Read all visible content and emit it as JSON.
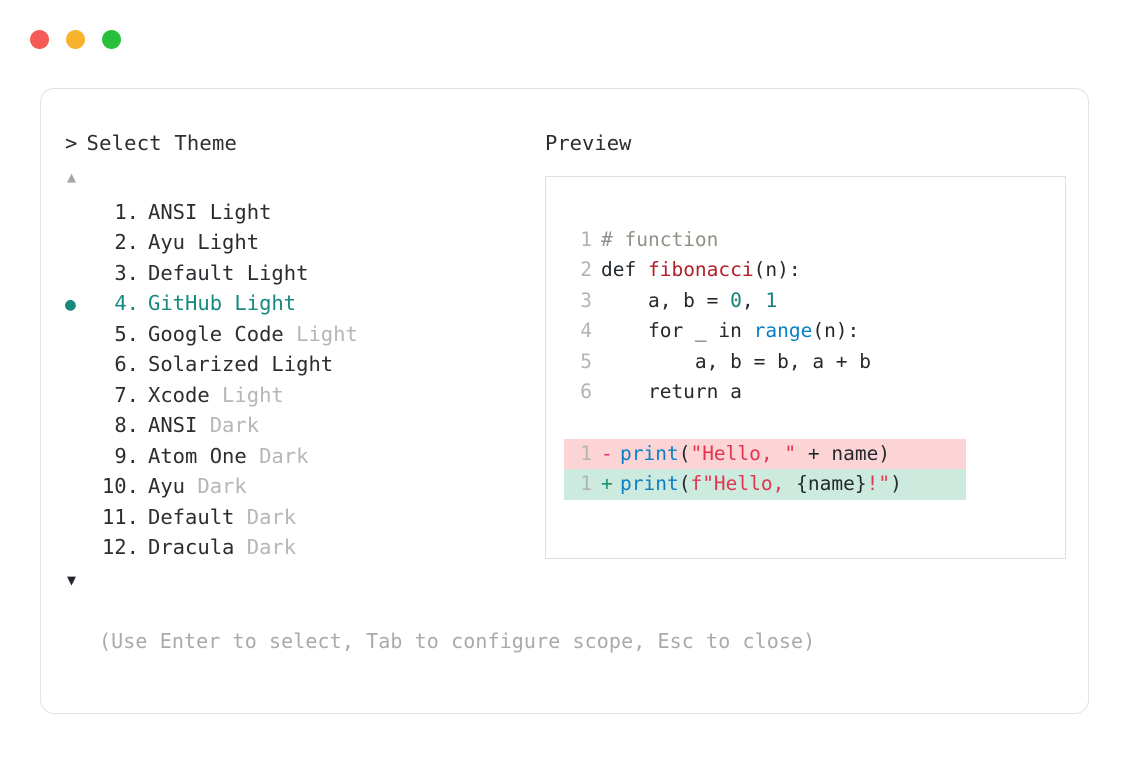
{
  "window": {
    "traffic_lights": [
      {
        "name": "close",
        "color": "#f45a56"
      },
      {
        "name": "minimize",
        "color": "#f7b32b"
      },
      {
        "name": "maximize",
        "color": "#27c03d"
      }
    ]
  },
  "selector": {
    "prompt_symbol": ">",
    "title": "Select Theme",
    "scroll_up_glyph": "▲",
    "scroll_down_glyph": "▼",
    "selected_index": 4,
    "bullet_glyph": "●",
    "accent_color": "#17897f",
    "items": [
      {
        "number": "1.",
        "name": "ANSI",
        "variant": "Light",
        "variant_muted": false,
        "selected": false
      },
      {
        "number": "2.",
        "name": "Ayu",
        "variant": "Light",
        "variant_muted": false,
        "selected": false
      },
      {
        "number": "3.",
        "name": "Default",
        "variant": "Light",
        "variant_muted": false,
        "selected": false
      },
      {
        "number": "4.",
        "name": "GitHub",
        "variant": "Light",
        "variant_muted": false,
        "selected": true
      },
      {
        "number": "5.",
        "name": "Google Code",
        "variant": "Light",
        "variant_muted": true,
        "selected": false
      },
      {
        "number": "6.",
        "name": "Solarized",
        "variant": "Light",
        "variant_muted": false,
        "selected": false
      },
      {
        "number": "7.",
        "name": "Xcode",
        "variant": "Light",
        "variant_muted": true,
        "selected": false
      },
      {
        "number": "8.",
        "name": "ANSI",
        "variant": "Dark",
        "variant_muted": true,
        "selected": false
      },
      {
        "number": "9.",
        "name": "Atom One",
        "variant": "Dark",
        "variant_muted": true,
        "selected": false
      },
      {
        "number": "10.",
        "name": "Ayu",
        "variant": "Dark",
        "variant_muted": true,
        "selected": false
      },
      {
        "number": "11.",
        "name": "Default",
        "variant": "Dark",
        "variant_muted": true,
        "selected": false
      },
      {
        "number": "12.",
        "name": "Dracula",
        "variant": "Dark",
        "variant_muted": true,
        "selected": false
      }
    ],
    "hint": "(Use Enter to select, Tab to configure scope, Esc to close)"
  },
  "preview": {
    "title": "Preview",
    "code_lines": [
      {
        "ln": "1",
        "tokens": [
          {
            "t": "# function",
            "c": "comment"
          }
        ]
      },
      {
        "ln": "2",
        "tokens": [
          {
            "t": "def ",
            "c": "kw"
          },
          {
            "t": "fibonacci",
            "c": "fn"
          },
          {
            "t": "(n):",
            "c": "plain"
          }
        ]
      },
      {
        "ln": "3",
        "tokens": [
          {
            "t": "    a, b = ",
            "c": "plain"
          },
          {
            "t": "0",
            "c": "num"
          },
          {
            "t": ", ",
            "c": "plain"
          },
          {
            "t": "1",
            "c": "num"
          }
        ]
      },
      {
        "ln": "4",
        "tokens": [
          {
            "t": "    for _ in ",
            "c": "plain"
          },
          {
            "t": "range",
            "c": "builtin"
          },
          {
            "t": "(n):",
            "c": "plain"
          }
        ]
      },
      {
        "ln": "5",
        "tokens": [
          {
            "t": "        a, b = b, a + b",
            "c": "plain"
          }
        ]
      },
      {
        "ln": "6",
        "tokens": [
          {
            "t": "    return a",
            "c": "plain"
          }
        ]
      }
    ],
    "diff_lines": [
      {
        "ln": "1",
        "sign": "-",
        "kind": "minus",
        "tokens": [
          {
            "t": "print",
            "c": "func-blue"
          },
          {
            "t": "(",
            "c": "plain"
          },
          {
            "t": "\"Hello, \"",
            "c": "str"
          },
          {
            "t": " + name)",
            "c": "plain"
          }
        ]
      },
      {
        "ln": "1",
        "sign": "+",
        "kind": "plus",
        "tokens": [
          {
            "t": "print",
            "c": "func-blue"
          },
          {
            "t": "(",
            "c": "plain"
          },
          {
            "t": "f\"Hello, ",
            "c": "str"
          },
          {
            "t": "{name}",
            "c": "plain"
          },
          {
            "t": "!\"",
            "c": "str"
          },
          {
            "t": ")",
            "c": "plain"
          }
        ]
      }
    ],
    "diff_colors": {
      "minus_bg": "#fcd4d6",
      "plus_bg": "#cdeade"
    }
  }
}
